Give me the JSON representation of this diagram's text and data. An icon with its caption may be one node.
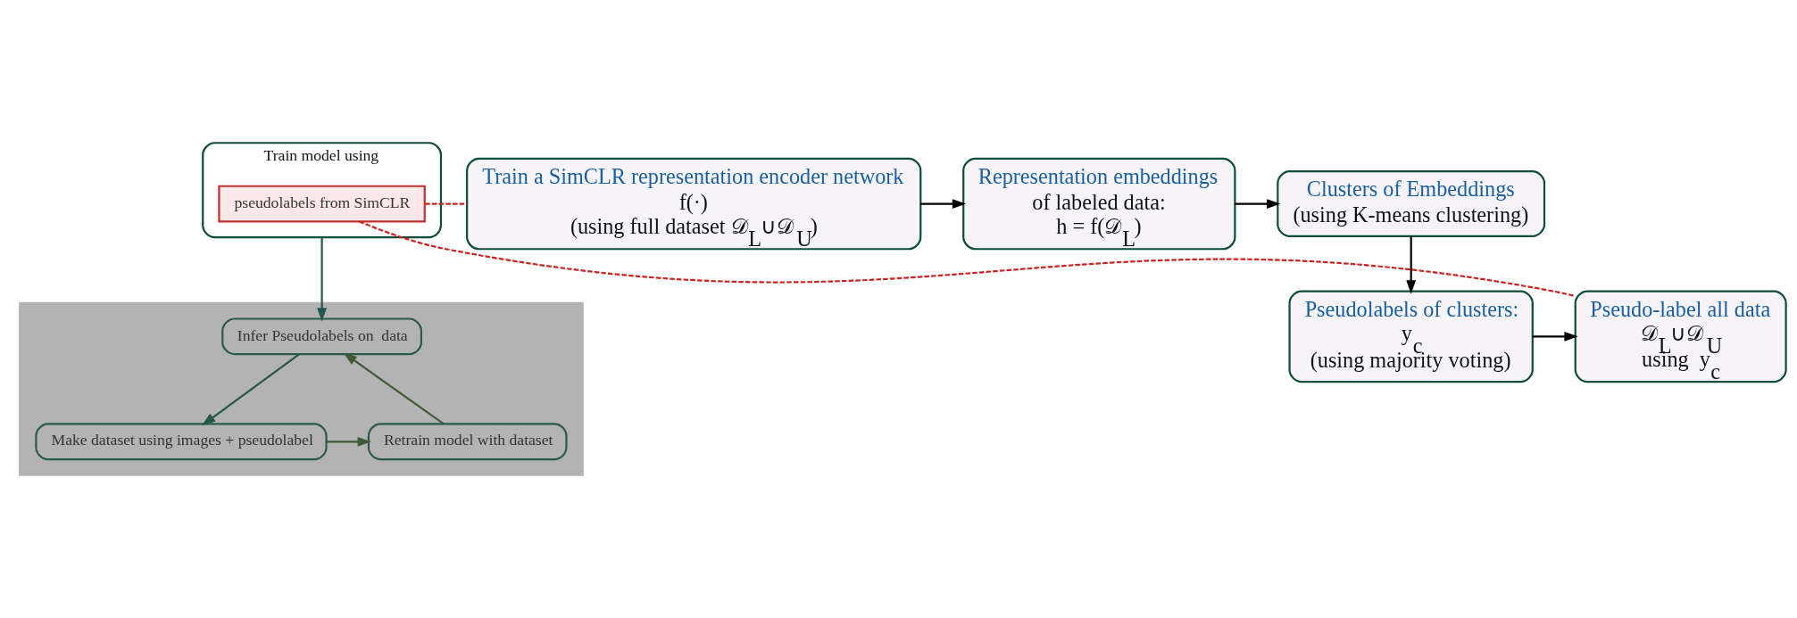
{
  "diagram": {
    "nodes": [
      {
        "text": [
          "Train model using"
        ]
      },
      {
        "text": [
          "pseudolabels from SimCLR"
        ],
        "in": 0
      },
      {
        "text": [],
        "shape": "box"
      },
      {
        "text": [
          "Infer Pseudolabels on  data"
        ],
        "in": 2
      },
      {
        "text": [
          "Make dataset using images + pseudolabel"
        ],
        "in": 2
      },
      {
        "text": [
          "Retrain model with dataset"
        ],
        "in": 2
      },
      {
        "text": [
          "Train a SimCLR representation encoder network",
          "f(·)",
          "(using full dataset 𝒟$_{L}$∪𝒟$_{U}$)"
        ]
      },
      {
        "text": [
          "Representation embeddings",
          "of labeled data:",
          "h = f(𝒟$_{L}$)"
        ]
      },
      {
        "text": [
          "Clusters of Embeddings",
          "(using K-means clustering)"
        ]
      },
      {
        "text": [
          "Pseudolabels of clusters:",
          "y$_{c}$",
          "(using majority voting)"
        ]
      },
      {
        "text": [
          "Pseudo-label all data",
          "𝒟$_{L}$∪𝒟$_{U}$",
          "using  y$_{c}$"
        ]
      }
    ],
    "edges": [
      {
        "from": 0,
        "to": 3,
        "arrow": "to",
        "color": "#22574a"
      },
      {
        "from": 3,
        "to": 4,
        "arrow": "to",
        "color": "#22574a"
      },
      {
        "from": 4,
        "to": 5,
        "arrow": "to",
        "color": "#3f5a35"
      },
      {
        "from": 5,
        "to": 3,
        "arrow": "to",
        "color": "#3f5a35"
      },
      {
        "from": 1,
        "to": 6,
        "arrow": "none",
        "style": "dashed",
        "color": "#cc2222"
      },
      {
        "from": 1,
        "to": 10,
        "arrow": "none",
        "style": "dashed",
        "color": "#cc2222"
      },
      {
        "from": 6,
        "to": 7,
        "arrow": "to",
        "color": "#000000"
      },
      {
        "from": 7,
        "to": 8,
        "arrow": "to",
        "color": "#000000"
      },
      {
        "from": 8,
        "to": 9,
        "arrow": "to",
        "color": "#000000"
      },
      {
        "from": 9,
        "to": 10,
        "arrow": "to",
        "color": "#000000"
      }
    ]
  }
}
